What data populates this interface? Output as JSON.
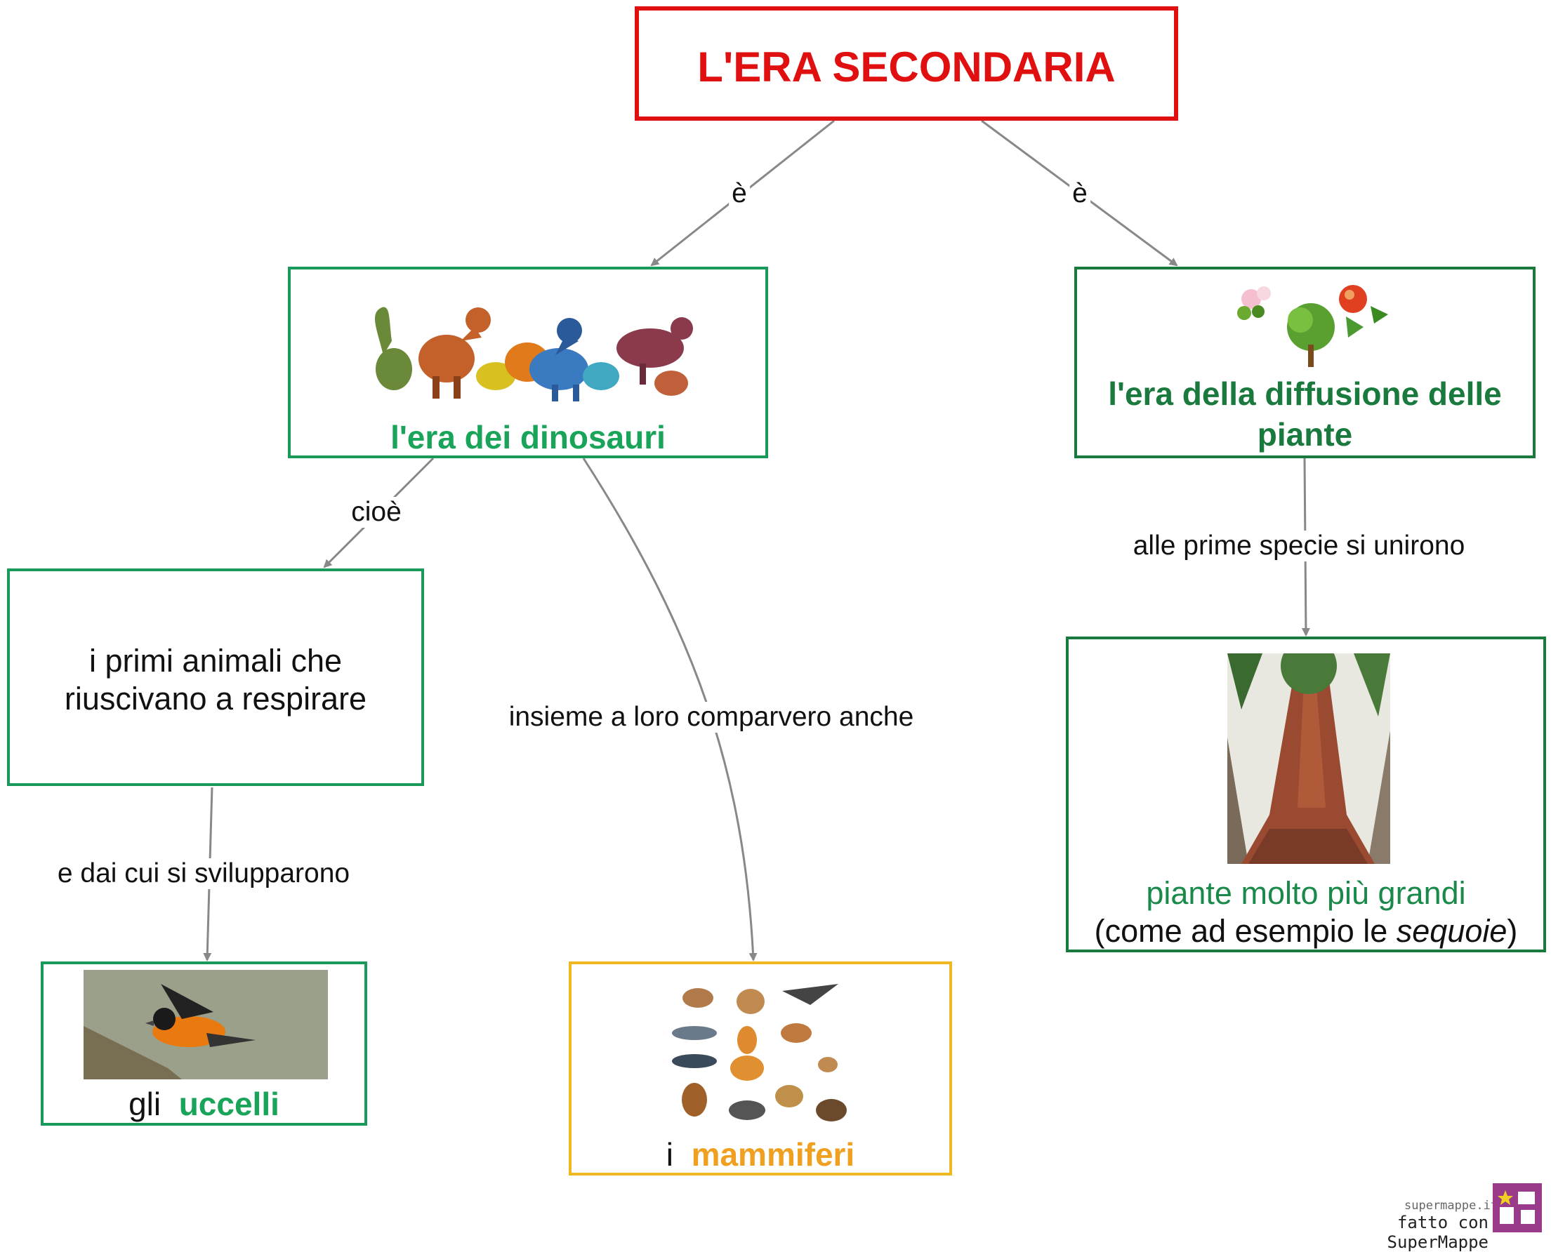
{
  "diagram": {
    "root": {
      "text": "L'ERA SECONDARIA"
    },
    "dinosaurs": {
      "text": "l'era dei dinosauri",
      "image_alt": "dinosaurs"
    },
    "plants": {
      "line1": "l'era della diffusione delle",
      "line2": "piante",
      "image_alt": "plants"
    },
    "first_animals": {
      "line1": "i primi animali che",
      "line2": "riuscivano a respirare"
    },
    "big_plants": {
      "line1": "piante molto più grandi",
      "line2_pre": "(come ad esempio le ",
      "line2_em": "sequoie",
      "line2_post": ")",
      "image_alt": "sequoia tree"
    },
    "birds": {
      "prefix": "gli",
      "main": "uccelli",
      "image_alt": "bird"
    },
    "mammals": {
      "prefix": "i",
      "main": "mammiferi",
      "image_alt": "mammals"
    },
    "edges": [
      {
        "from": "root",
        "to": "dinosaurs",
        "label": "è"
      },
      {
        "from": "root",
        "to": "plants",
        "label": "è"
      },
      {
        "from": "dinosaurs",
        "to": "first_animals",
        "label": "cioè"
      },
      {
        "from": "dinosaurs",
        "to": "mammals",
        "label": "insieme a loro comparvero anche"
      },
      {
        "from": "plants",
        "to": "big_plants",
        "label": "alle prime specie si unirono"
      },
      {
        "from": "first_animals",
        "to": "birds",
        "label": "e dai cui si svilupparono"
      }
    ]
  },
  "footer": {
    "site": "supermappe.it",
    "made_with": "fatto con SuperMappe"
  },
  "colors": {
    "root_border": "#e01010",
    "root_text": "#e01010",
    "green_border": "#1a9a5a",
    "dark_green_border": "#1a7a3e",
    "yellow_border": "#f0b820",
    "edge": "#888888",
    "mammals_text": "#f0a020",
    "logo": "#9a3a8a"
  }
}
